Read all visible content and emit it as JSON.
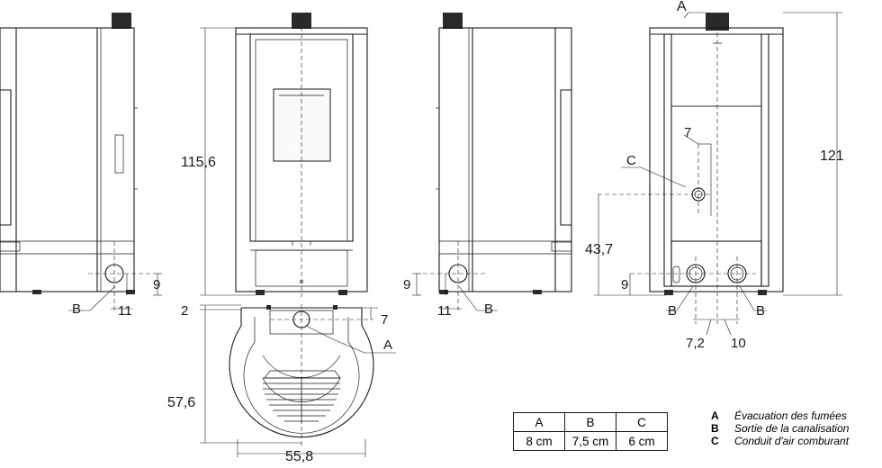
{
  "dimensions": {
    "height_front": "115,6",
    "height_rear": "121",
    "outlet_height": "43,7",
    "depth": "57,6",
    "width": "55,8",
    "top_offset": "2",
    "flue_offset": "7",
    "side_b_height_left": "9",
    "side_b_offset_left": "11",
    "side_b_height_right": "9",
    "side_b_offset_right": "11",
    "rear_b_height": "9",
    "c_offset": "7",
    "rear_b_spacing_left": "7,2",
    "rear_b_spacing_right": "10"
  },
  "markers": {
    "a_top": "A",
    "a_plan": "A",
    "b_left": "B",
    "b_side": "B",
    "b_rear_left": "B",
    "b_rear_right": "B",
    "c_rear": "C"
  },
  "table": {
    "headers": [
      "A",
      "B",
      "C"
    ],
    "values": [
      "8 cm",
      "7,5 cm",
      "6 cm"
    ]
  },
  "legend": [
    {
      "key": "A",
      "label": "Évacuation des fumées"
    },
    {
      "key": "B",
      "label": "Sortie de la canalisation"
    },
    {
      "key": "C",
      "label": "Conduit d'air comburant"
    }
  ]
}
